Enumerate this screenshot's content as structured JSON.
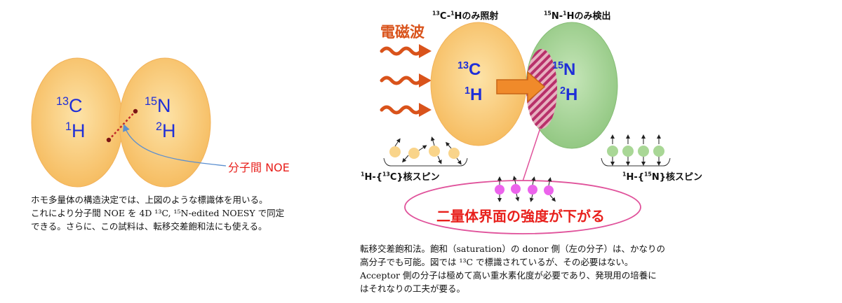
{
  "left_panel": {
    "ellipse_left": {
      "iso1": "13",
      "el1": "C",
      "iso2": "1",
      "el2": "H"
    },
    "ellipse_right": {
      "iso1": "15",
      "el1": "N",
      "iso2": "2",
      "el2": "H"
    },
    "noe_label": "分子間 NOE",
    "caption": [
      "ホモ多量体の構造決定では、上図のような標識体を用いる。",
      "これにより分子間 NOE を 4D ¹³C, ¹⁵N-edited NOESY で同定",
      "できる。さらに、この試料は、転移交差飽和法にも使える。"
    ]
  },
  "right_panel": {
    "em_wave_label": "電磁波",
    "irradiate_label": {
      "iso1": "13",
      "mid": "C-",
      "iso2": "1",
      "tail": "Hのみ照射"
    },
    "detect_label": {
      "iso1": "15",
      "mid": "N-",
      "iso2": "1",
      "tail": "Hのみ検出"
    },
    "donor": {
      "iso1": "13",
      "el1": "C",
      "iso2": "1",
      "el2": "H"
    },
    "acceptor": {
      "iso1": "15",
      "el1": "N",
      "iso2": "2",
      "el2": "H"
    },
    "left_spin_label": {
      "a": "1",
      "b": "H-{",
      "c": "13",
      "d": "C}核スピン"
    },
    "right_spin_label": {
      "a": "1",
      "b": "H-{",
      "c": "15",
      "d": "N}核スピン"
    },
    "interface_text": "二量体界面の強度が下がる",
    "caption": [
      "転移交差飽和法。飽和（saturation）の donor 側（左の分子）は、かなりの",
      "高分子でも可能。図では ¹³C で標識されているが、その必要はない。",
      "Acceptor 側の分子は極めて高い重水素化度が必要であり、発現用の培養に",
      "はそれなりの工夫が要る。"
    ]
  },
  "colors": {
    "orange_fill": "#f7c46e",
    "green_fill": "#9fcf8f",
    "blue_text": "#1f2fd8",
    "red_text": "#e8201c",
    "wave_orange": "#d9531b",
    "arrow_orange": "#f08a2a",
    "pink": "#e0529b",
    "hatch": "#b8306a",
    "spin_magenta": "#ec63ec"
  }
}
